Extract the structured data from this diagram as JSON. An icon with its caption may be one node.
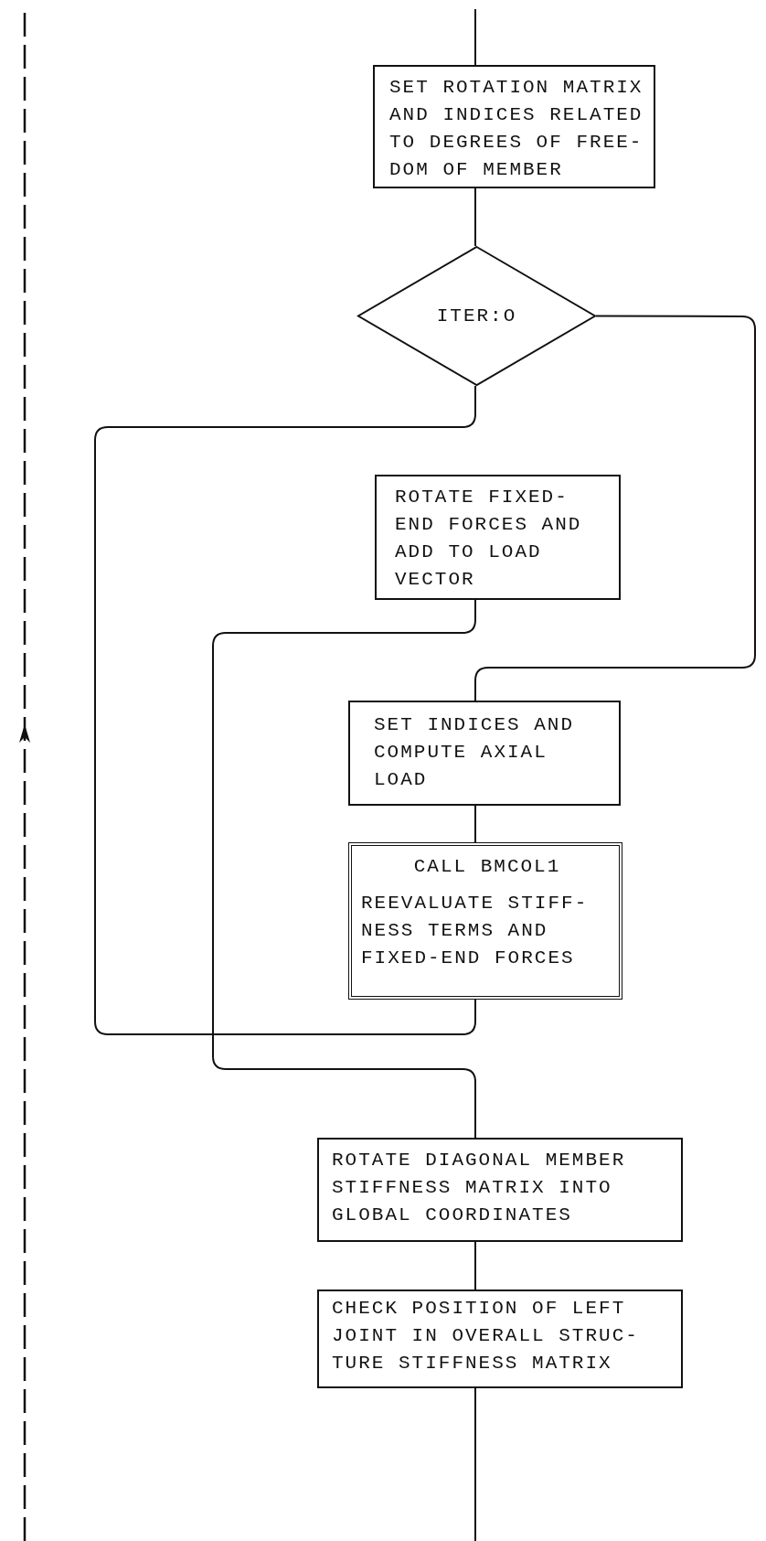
{
  "diagram": {
    "nodes": [
      {
        "text": [
          "SET ROTATION MATRIX AND INDICES RELATED TO DEGREES OF FREE-DOM OF MEMBER"
        ]
      },
      {
        "text": [
          "ITER:O"
        ]
      },
      {
        "text": [
          "ROTATE FIXED-END FORCES AND ADD TO LOAD VECTOR"
        ]
      },
      {
        "text": [
          "SET INDICES AND COMPUTE AXIAL LOAD"
        ]
      },
      {
        "text": [
          "CALL BMCOL1",
          "REEVALUATE STIFF-NESS TERMS AND FIXED-END FORCES"
        ]
      },
      {
        "text": [
          "ROTATE DIAGONAL MEMBER STIFFNESS MATRIX INTO GLOBAL COORDINATES"
        ]
      },
      {
        "text": [
          "CHECK POSITION OF LEFT JOINT IN OVERALL STRUC-TURE STIFFNESS MATRIX"
        ]
      }
    ],
    "edges": [
      {
        "from": null,
        "to": 0,
        "arrow": "none"
      },
      {
        "from": 0,
        "to": 1,
        "arrow": "none"
      },
      {
        "from": 1,
        "to": 3,
        "arrow": "none"
      },
      {
        "from": 1,
        "to": 4,
        "arrow": "none"
      },
      {
        "from": 2,
        "to": 5,
        "arrow": "none"
      },
      {
        "from": 3,
        "to": 4,
        "arrow": "none"
      },
      {
        "from": 5,
        "to": 6,
        "arrow": "none"
      },
      {
        "from": 6,
        "to": null,
        "arrow": "none"
      }
    ]
  }
}
